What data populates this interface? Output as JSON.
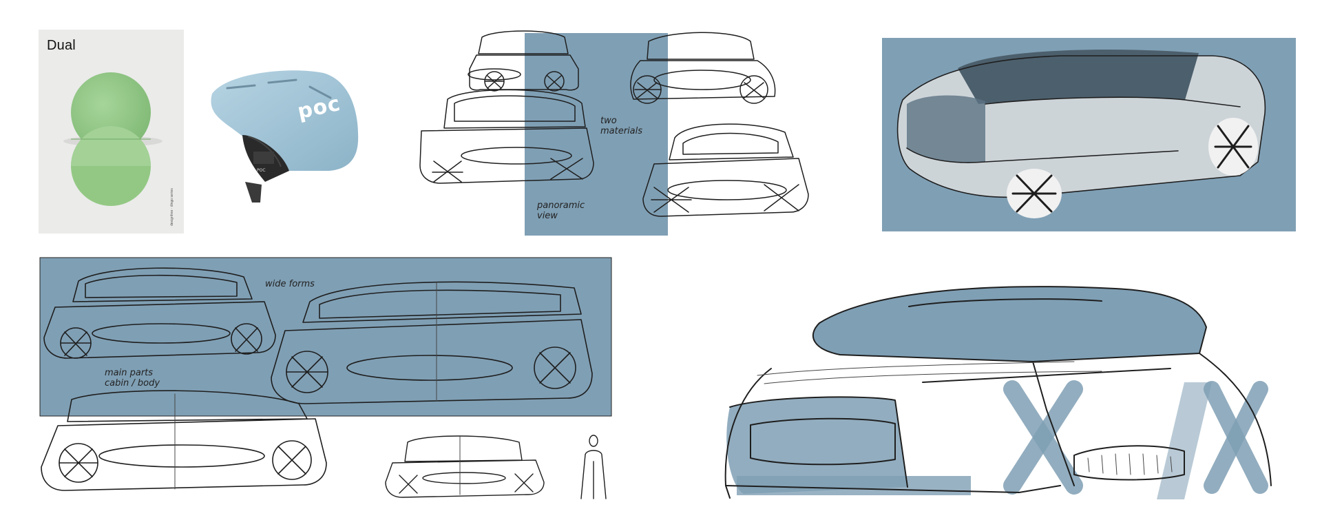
{
  "colors": {
    "panel_blue": "#7f9fb4",
    "helmet_blue": "#9cc0d4",
    "poster_green": "#8cc67e",
    "ink": "#1e1e1e"
  },
  "poster": {
    "title": "Dual",
    "credit": "designfree · dingo series"
  },
  "helmet": {
    "brand": "poc",
    "small_mark": "POC"
  },
  "annotations": {
    "two_materials": [
      "two",
      "materials"
    ],
    "panoramic_view": [
      "panoramic",
      "view"
    ],
    "wide_forms": "wide forms",
    "main_parts": [
      "main parts",
      "cabin / body"
    ]
  },
  "icons": {
    "human_scale": "human-figure-icon"
  }
}
